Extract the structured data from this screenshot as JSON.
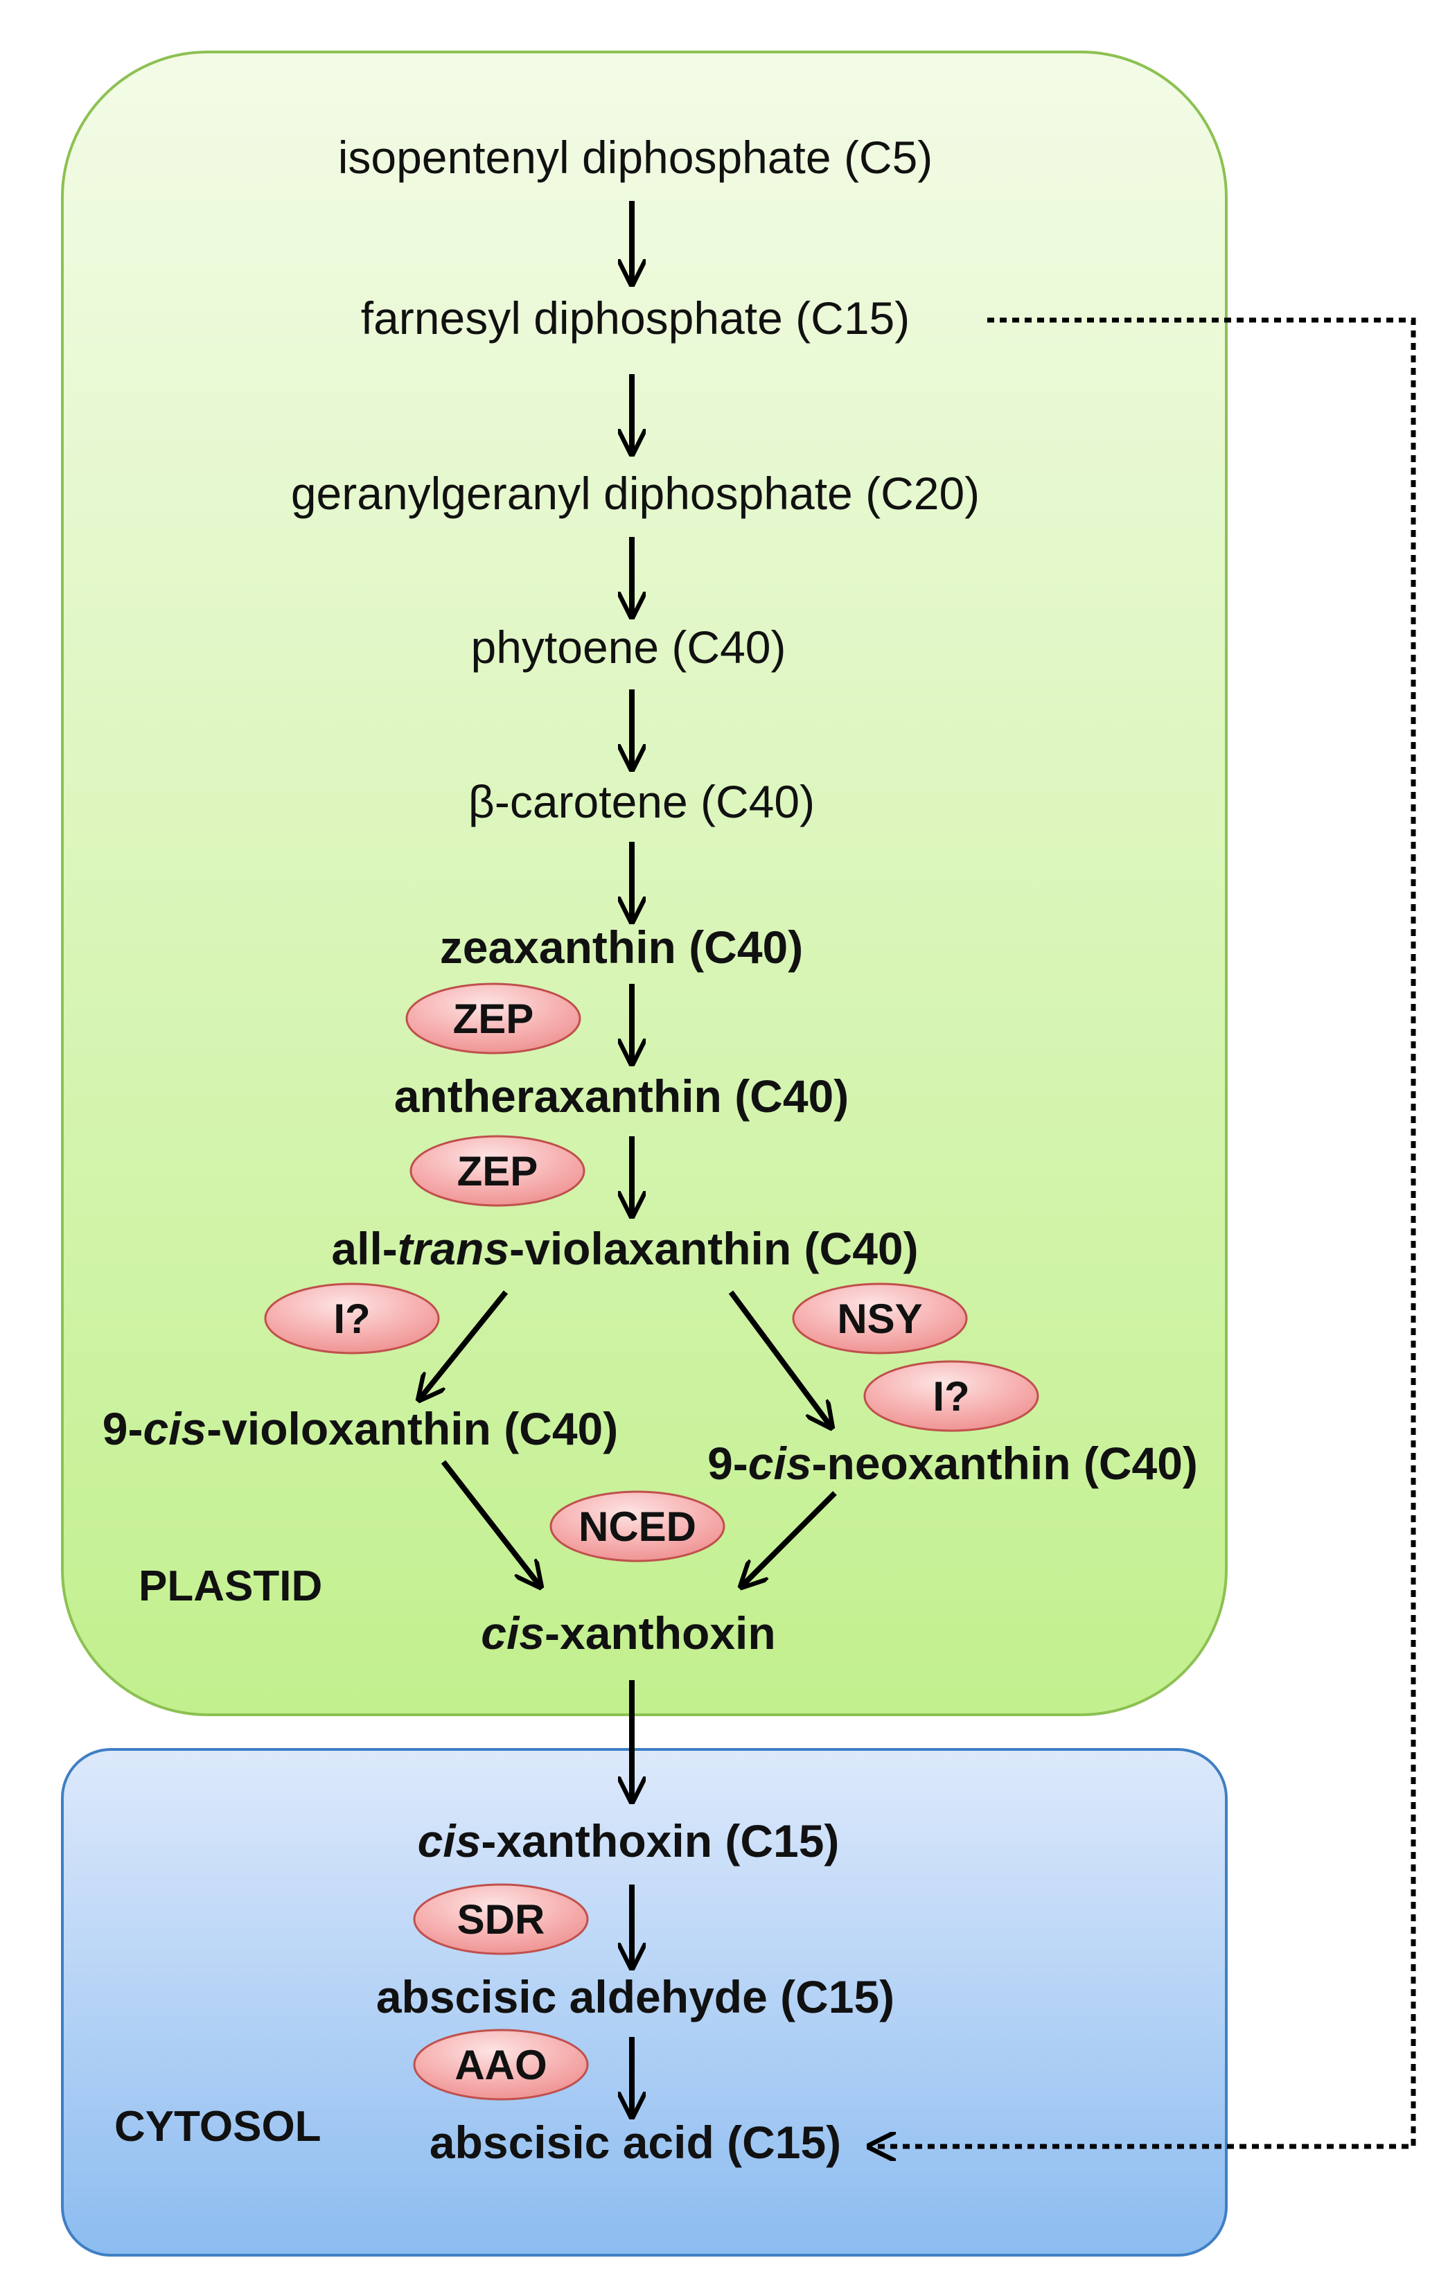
{
  "compartments": {
    "plastid": "PLASTID",
    "cytosol": "CYTOSOL"
  },
  "compounds": {
    "ipp": "isopentenyl diphosphate (C5)",
    "fpp": "farnesyl diphosphate (C15)",
    "ggpp": "geranylgeranyl diphosphate (C20)",
    "phytoene": "phytoene (C40)",
    "bcarotene": "β-carotene (C40)",
    "zeaxanthin": "zeaxanthin (C40)",
    "antheraxanthin": "antheraxanthin (C40)",
    "atv_pre": "all-",
    "atv_it": "trans",
    "atv_post": "-violaxanthin (C40)",
    "cisvio_pre": "9-",
    "cisvio_it": "cis",
    "cisvio_post": "-violoxanthin (C40)",
    "cisneo_pre": "9-",
    "cisneo_it": "cis",
    "cisneo_post": "-neoxanthin (C40)",
    "xanth_it": "cis",
    "xanth_post": "-xanthoxin",
    "xanthc15_it": "cis",
    "xanthc15_post": "-xanthoxin (C15)",
    "aldehyde": "abscisic aldehyde (C15)",
    "aba": "abscisic acid (C15)"
  },
  "enzymes": {
    "zep1": "ZEP",
    "zep2": "ZEP",
    "i_left": "I?",
    "nsy": "NSY",
    "i_right": "I?",
    "nced": "NCED",
    "sdr": "SDR",
    "aao": "AAO"
  },
  "colors": {
    "plastid_top": "#f3fbe6",
    "plastid_bottom": "#c2f08e",
    "plastid_border": "#8cc152",
    "cytosol_top": "#dce9fb",
    "cytosol_bottom": "#8fbef0",
    "cytosol_border": "#3f7fc4",
    "enzyme_fill": "#f6a8a8",
    "enzyme_border": "#c0504d"
  }
}
